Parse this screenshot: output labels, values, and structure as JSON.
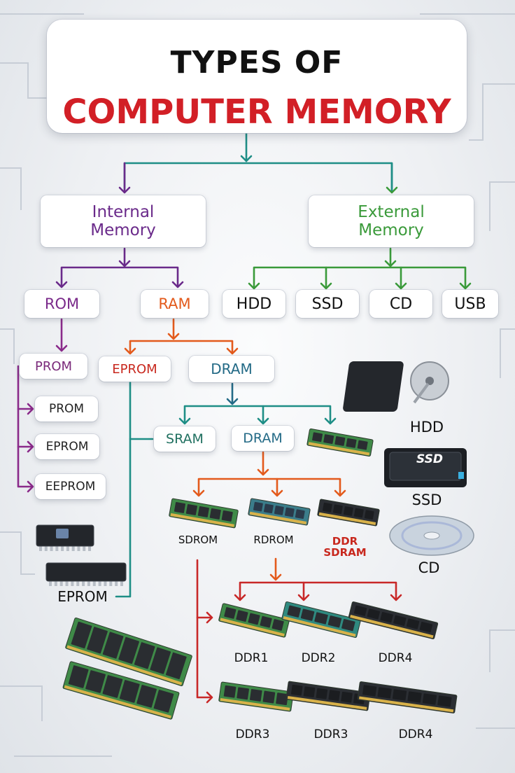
{
  "title": {
    "line1": "TYPES OF",
    "line2": "COMPUTER MEMORY"
  },
  "colors": {
    "title_red": "#d21f26",
    "internal": "#6a2a8a",
    "external": "#3a9a3a",
    "rom": "#8a2a8a",
    "ram": "#e35a1c",
    "eprom": "#c8281e",
    "dram": "#236a86",
    "sram": "#207060",
    "teal_line": "#1e8e86",
    "ddr_line": "#c82828"
  },
  "nodes": {
    "internal": "Internal\nMemory",
    "external": "External\nMemory",
    "rom": "ROM",
    "ram": "RAM",
    "hdd": "HDD",
    "ssd": "SSD",
    "cd": "CD",
    "usb": "USB",
    "prom_top": "PROM",
    "prom": "PROM",
    "eprom_sub": "EPROM",
    "eeprom": "EEPROM",
    "eprom_ram": "EPROM",
    "dram_top": "DRAM",
    "sram": "SRAM",
    "dram": "DRAM"
  },
  "labels": {
    "eprom_chip": "EPROM",
    "hdd_img": "HDD",
    "ssd_img": "SSD",
    "ssd_device_text": "SSD",
    "cd_img": "CD",
    "sdrom": "SDROM",
    "rdrom": "RDROM",
    "ddr_sdram": "DDR\nSDRAM",
    "ddr1": "DDR1",
    "ddr2": "DDR2",
    "ddr4_a": "DDR4",
    "ddr3_a": "DDR3",
    "ddr3_b": "DDR3",
    "ddr4_b": "DDR4"
  },
  "icons": [
    "hard-drive-icon",
    "ssd-icon",
    "cd-disc-icon",
    "eprom-chip-icon",
    "ram-stick-icon"
  ]
}
